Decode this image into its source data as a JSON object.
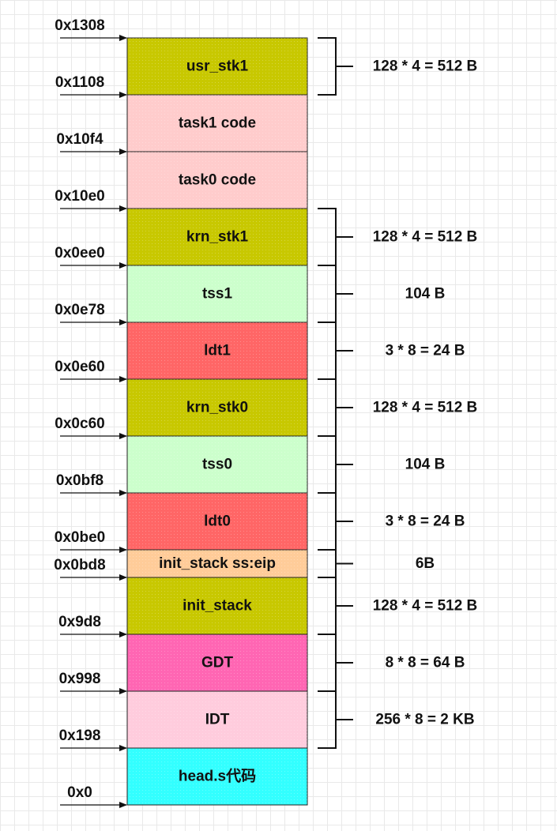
{
  "blocks": [
    {
      "label": "usr_stk1",
      "color": "#c8c800"
    },
    {
      "label": "task1 code",
      "color": "#ffcccc"
    },
    {
      "label": "task0 code",
      "color": "#ffcccc"
    },
    {
      "label": "krn_stk1",
      "color": "#c8c800"
    },
    {
      "label": "tss1",
      "color": "#ccffcc"
    },
    {
      "label": "ldt1",
      "color": "#ff6666"
    },
    {
      "label": "krn_stk0",
      "color": "#c8c800"
    },
    {
      "label": "tss0",
      "color": "#ccffcc"
    },
    {
      "label": "ldt0",
      "color": "#ff6666"
    },
    {
      "label": "init_stack ss:eip",
      "color": "#ffcc99"
    },
    {
      "label": "init_stack",
      "color": "#c8c800"
    },
    {
      "label": "GDT",
      "color": "#ff66b3"
    },
    {
      "label": "IDT",
      "color": "#ffccdd"
    },
    {
      "label": "head.s代码",
      "color": "#33ffff"
    }
  ],
  "addresses": [
    "0x1308",
    "0x1108",
    "0x10f4",
    "0x10e0",
    "0x0ee0",
    "0x0e78",
    "0x0e60",
    "0x0c60",
    "0x0bf8",
    "0x0be0",
    "0x0bd8",
    "0x9d8",
    "0x998",
    "0x198",
    "0x0"
  ],
  "size_labels": [
    {
      "text": "128 * 4 = 512 B",
      "block": 0
    },
    {
      "text": "128 * 4 = 512 B",
      "block": 3
    },
    {
      "text": "104 B",
      "block": 4
    },
    {
      "text": "3 * 8 = 24 B",
      "block": 5
    },
    {
      "text": "128 * 4 = 512 B",
      "block": 6
    },
    {
      "text": "104 B",
      "block": 7
    },
    {
      "text": "3 * 8 = 24 B",
      "block": 8
    },
    {
      "text": "6B",
      "block": 9
    },
    {
      "text": "128 * 4 = 512 B",
      "block": 10
    },
    {
      "text": "8 * 8 = 64 B",
      "block": 11
    },
    {
      "text": "256 * 8 = 2 KB",
      "block": 12
    }
  ]
}
